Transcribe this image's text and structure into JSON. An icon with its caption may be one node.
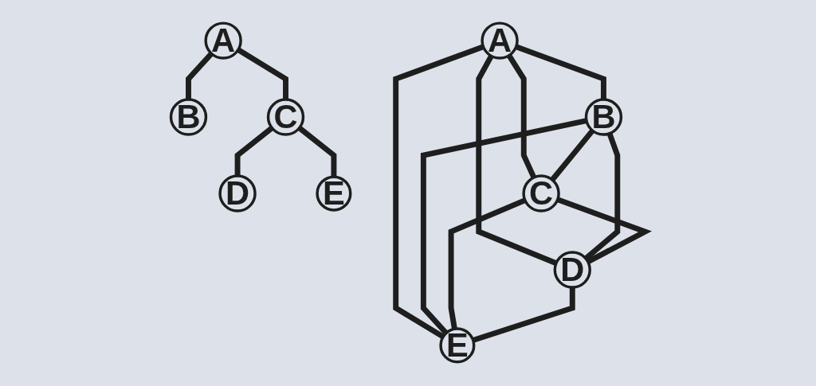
{
  "diagram": {
    "nodes": [
      {
        "text": [
          "A"
        ]
      },
      {
        "text": [
          "B"
        ]
      },
      {
        "text": [
          "C"
        ]
      },
      {
        "text": [
          "D"
        ]
      },
      {
        "text": [
          "E"
        ]
      },
      {
        "text": [
          "A"
        ]
      },
      {
        "text": [
          "B"
        ]
      },
      {
        "text": [
          "C"
        ]
      },
      {
        "text": [
          "D"
        ]
      },
      {
        "text": [
          "E"
        ]
      }
    ],
    "edges": [
      {
        "from": 0,
        "to": 1,
        "arrow": "none"
      },
      {
        "from": 0,
        "to": 2,
        "arrow": "none"
      },
      {
        "from": 2,
        "to": 3,
        "arrow": "none"
      },
      {
        "from": 2,
        "to": 4,
        "arrow": "none"
      },
      {
        "from": 5,
        "to": 6,
        "arrow": "none"
      },
      {
        "from": 5,
        "to": 8,
        "arrow": "none"
      },
      {
        "from": 5,
        "to": 7,
        "arrow": "none"
      },
      {
        "from": 5,
        "to": 9,
        "arrow": "none"
      },
      {
        "from": 6,
        "to": 7,
        "arrow": "none"
      },
      {
        "from": 6,
        "to": 8,
        "arrow": "none"
      },
      {
        "from": 6,
        "to": 9,
        "arrow": "none"
      },
      {
        "from": 7,
        "to": 8,
        "arrow": "none"
      },
      {
        "from": 7,
        "to": 9,
        "arrow": "none"
      },
      {
        "from": 8,
        "to": 9,
        "arrow": "none"
      }
    ]
  }
}
